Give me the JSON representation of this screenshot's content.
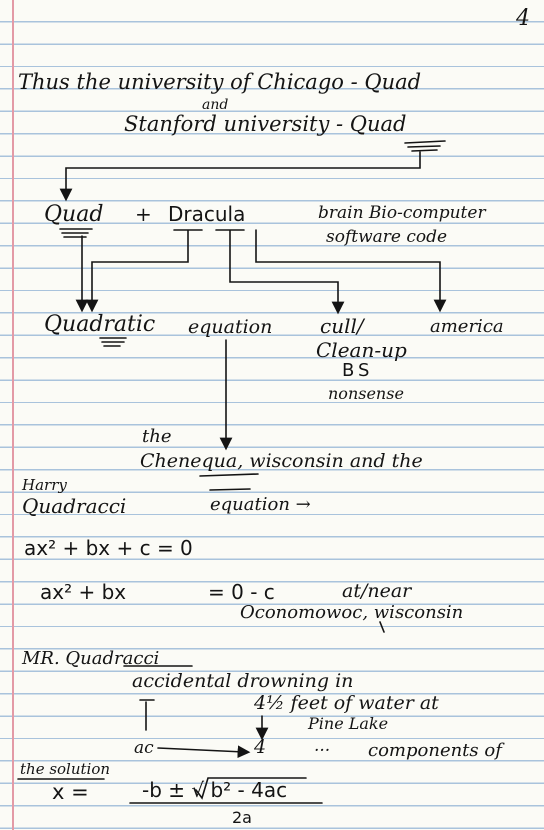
{
  "page_number": "4",
  "lines": {
    "l1": "Thus the university of Chicago - Quad",
    "l1_and": "and",
    "l2": "Stanford university - Quad",
    "l3_quad": "Quad",
    "l3_plus": "+",
    "l3_dracula": "Dracula",
    "l3_brain": "brain Bio-computer",
    "l4_software": "software code",
    "l5_quadratic": "Quadratic",
    "l5_equation": "equation",
    "l5_cull": "cull/",
    "l5_america": "america",
    "l6_cleanup": "Clean-up",
    "l7_bs": "BS",
    "l8_nonsense": "nonsense",
    "l9_the": "the",
    "l10_chenequa": "Chenequa, wisconsin and the",
    "l11_harry": "Harry",
    "l12_quadracci": "Quadracci",
    "l12_equation": "equation →",
    "eq1": "ax² + bx + c = 0",
    "eq2_left": "ax² + bx",
    "eq2_right": "= 0 - c",
    "eq2_atnear": "at/near",
    "l14_oconomowoc": "Oconomowoc, wisconsin",
    "l15_mr": "MR. Quadracci",
    "l16_accidental": "accidental drowning in",
    "l17_feet": "4½ feet of water at",
    "l18_pine": "Pine Lake",
    "l19_ac": "ac",
    "l19_four": "4",
    "l19_dots": "...",
    "l19_components": "components of",
    "l20_solution": "the solution",
    "formula_x": "x =",
    "formula_num": "-b ± √ b² - 4ac",
    "formula_den": "2a"
  }
}
